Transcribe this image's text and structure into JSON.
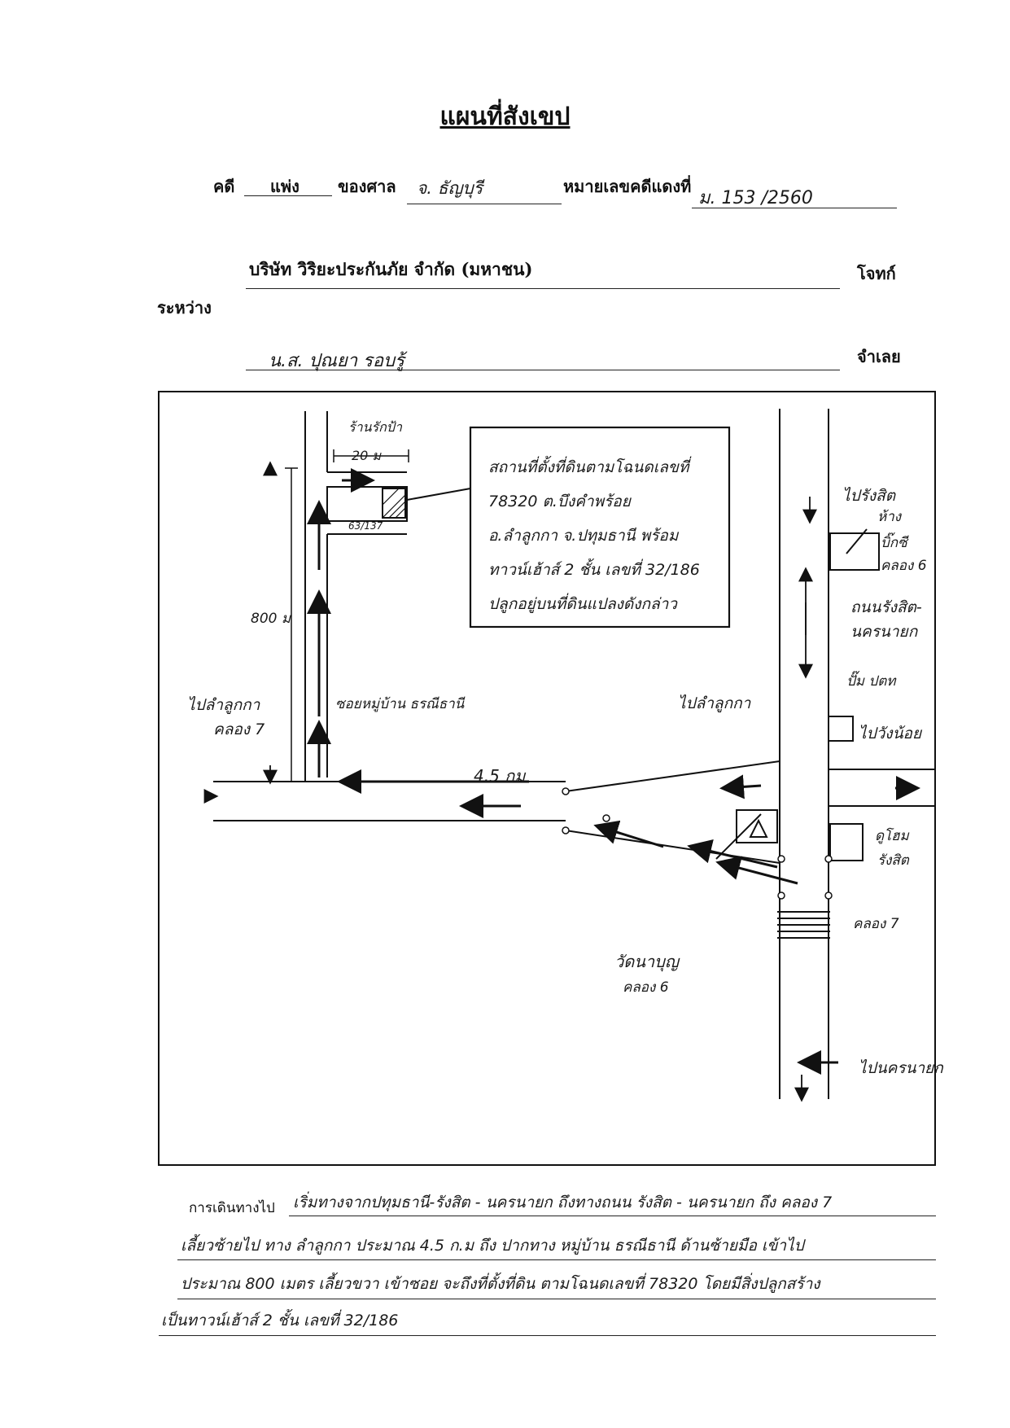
{
  "title": "แผนที่สังเขป",
  "header": {
    "case_label": "คดี",
    "case_type": "แพ่ง",
    "court_label": "ของศาล",
    "court_name": "จ. ธัญบุรี",
    "red_case_label": "หมายเลขคดีแดงที่",
    "red_case_number": "ม. 153 /2560",
    "between_label": "ระหว่าง",
    "plaintiff": "บริษัท วิริยะประกันภัย จำกัด (มหาชน)",
    "plaintiff_role": "โจทก์",
    "defendant": "น.ส. ปุณยา รอบรู้",
    "defendant_role": "จำเลย"
  },
  "map": {
    "corner_shop": "ร้านรักป้า",
    "distance_20m": "20 ม",
    "house_number_small": "63/137",
    "address_box": [
      "สถานที่ตั้งที่ดินตามโฉนดเลขที่",
      "78320 ต.บึงคำพร้อย",
      "อ.ลำลูกกา จ.ปทุมธานี พร้อม",
      "ทาวน์เฮ้าส์ 2 ชั้น เลขที่ 32/186",
      "ปลูกอยู่บนที่ดินแปลงดังกล่าว"
    ],
    "distance_800m": "800 ม",
    "to_lamlukka_klong7": [
      "ไปลำลูกกา",
      "คลอง 7"
    ],
    "soi_label": "ซอยหมู่บ้าน ธรณีธานี",
    "distance_4_5km": "4.5 กม",
    "to_lamlukka": "ไปลำลูกกา",
    "to_rangsit": "ไปรังสิต",
    "store_label": [
      "ห้าง",
      "บิ๊กซี",
      "คลอง 6"
    ],
    "road_label": [
      "ถนนรังสิต-",
      "นครนายก"
    ],
    "gas_station": "ปั๊ม ปตท",
    "to_wangnoi": "ไปวังน้อย",
    "dome_label": [
      "ดูโฮม",
      "รังสิต"
    ],
    "klong7_label": "คลอง 7",
    "temple_label": [
      "วัดนาบุญ",
      "คลอง 6"
    ],
    "to_nakhonnayok": "ไปนครนายก"
  },
  "directions": {
    "label": "การเดินทางไป",
    "lines": [
      "เริ่มทางจากปทุมธานี-รังสิต - นครนายก ถึงทางถนน รังสิต - นครนายก ถึง คลอง 7",
      "เลี้ยวซ้ายไป ทาง ลำลูกกา ประมาณ 4.5 ก.ม ถึง ปากทาง หมู่บ้าน ธรณีธานี ด้านซ้ายมือ เข้าไป",
      "ประมาณ 800 เมตร เลี้ยวขวา เข้าซอย จะถึงที่ตั้งที่ดิน ตามโฉนดเลขที่ 78320 โดยมีสิ่งปลูกสร้าง",
      "เป็นทาวน์เฮ้าส์ 2 ชั้น เลขที่ 32/186"
    ]
  }
}
